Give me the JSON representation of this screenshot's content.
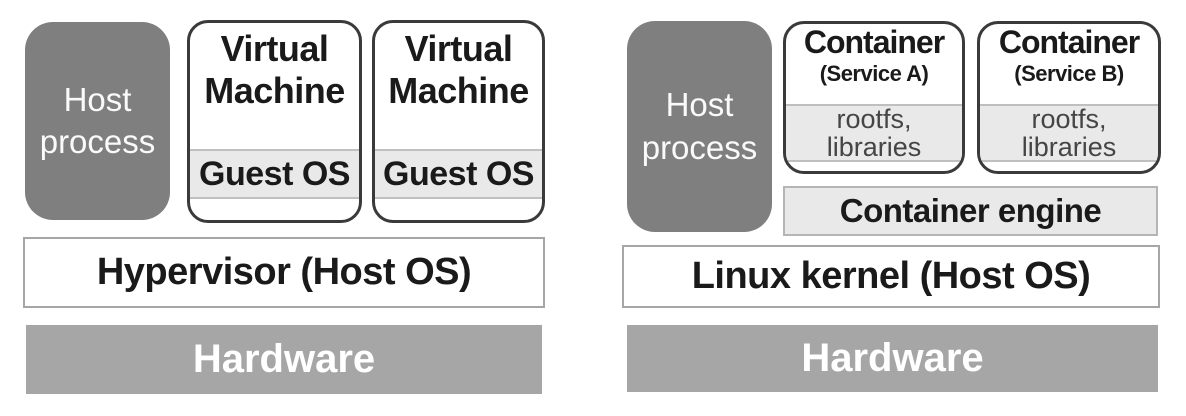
{
  "colors": {
    "box_gray": "#7f7f7f",
    "hardware_gray": "#a6a6a6",
    "band_gray": "#e9e9e9",
    "box_border": "#3a3a3a",
    "bar_border": "#a6a6a6",
    "band_border": "#bfbfbf",
    "title_text": "#1a1a1a",
    "band_text": "#454545",
    "white_text": "#fafafa"
  },
  "left": {
    "host_process_label": "Host\nprocess",
    "vms": [
      {
        "title": "Virtual\nMachine",
        "os_label": "Guest OS"
      },
      {
        "title": "Virtual\nMachine",
        "os_label": "Guest OS"
      }
    ],
    "hypervisor_label": "Hypervisor (Host OS)",
    "hardware_label": "Hardware"
  },
  "right": {
    "host_process_label": "Host\nprocess",
    "containers": [
      {
        "title": "Container",
        "subtitle": "(Service A)",
        "contents": "rootfs,\nlibraries"
      },
      {
        "title": "Container",
        "subtitle": "(Service B)",
        "contents": "rootfs,\nlibraries"
      }
    ],
    "engine_label": "Container engine",
    "kernel_label": "Linux kernel (Host OS)",
    "hardware_label": "Hardware"
  }
}
